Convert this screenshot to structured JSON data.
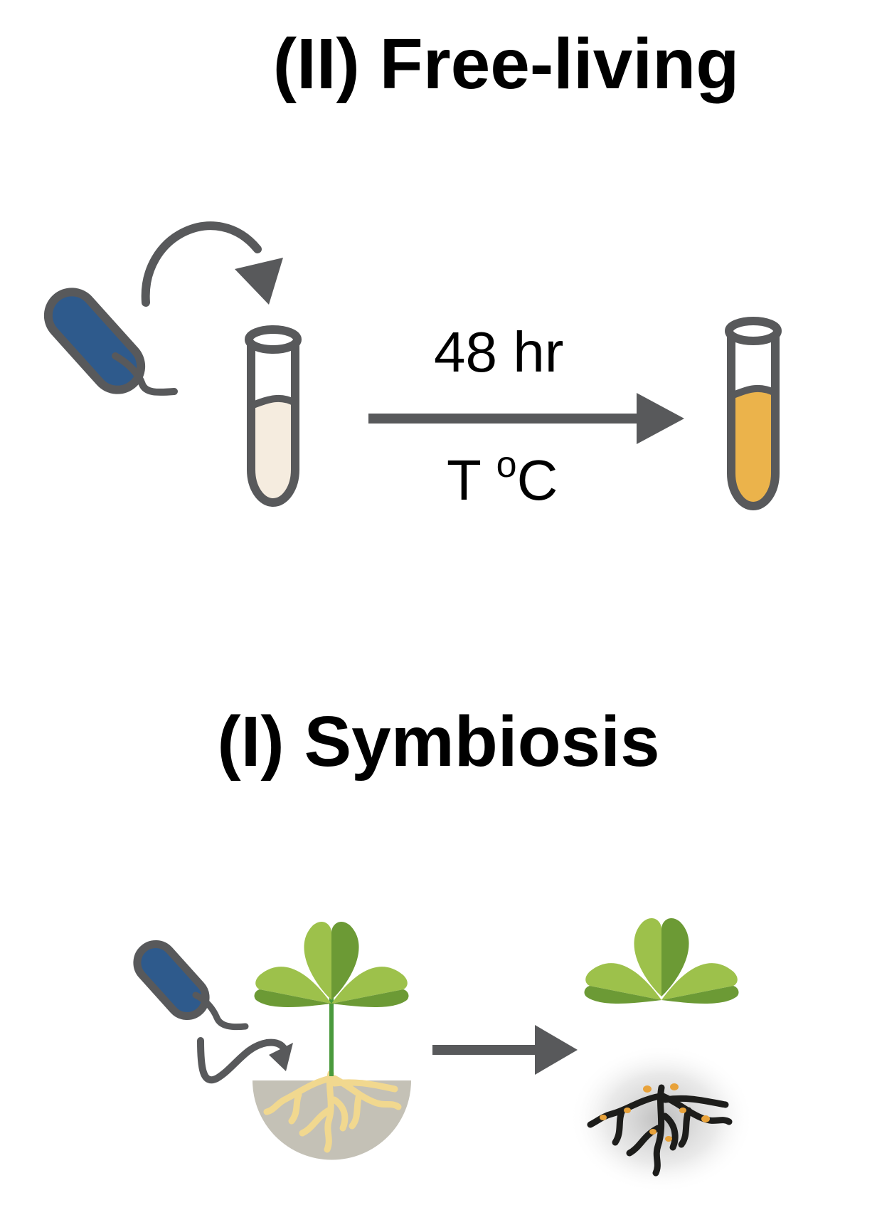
{
  "titles": {
    "free_living": "(II) Free-living",
    "symbiosis": "(I) Symbiosis"
  },
  "free_living": {
    "time_label": "48 hr",
    "temperature_label": "T",
    "degree_symbol": "o",
    "temperature_unit": "C"
  },
  "colors": {
    "outline": "#58595b",
    "bacterium": "#2e5a8c",
    "medium_fresh": "#f5ecdf",
    "medium_grown": "#ebb34b",
    "leaf_light": "#9dc14b",
    "leaf_dark": "#6c9a35",
    "stem": "#4a9a3c",
    "soil": "#c4c1b6",
    "root_pale": "#f1d88f",
    "root_dark": "#1d1d1b",
    "nodule": "#e8a23a"
  }
}
